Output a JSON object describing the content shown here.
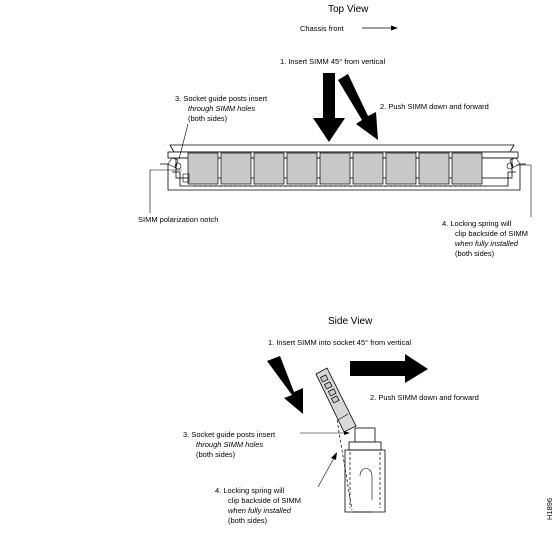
{
  "top_view": {
    "title": "Top View",
    "chassis_front": "Chassis front",
    "step1": "1. Insert SIMM 45° from vertical",
    "step2": "2. Push SIMM down and  forward",
    "step3_line1": "3. Socket guide posts insert",
    "step3_line2": "through SIMM holes",
    "step3_line3": "(both sides)",
    "notch": "SIMM polarization notch",
    "step4_line1": "4. Locking spring will",
    "step4_line2": "clip backside of SIMM",
    "step4_line3": "when fully installed",
    "step4_line4": "(both sides)"
  },
  "side_view": {
    "title": "Side View",
    "step1": "1. Insert SIMM into socket 45° from vertical",
    "step2": "2. Push SIMM down and  forward",
    "step3_line1": "3. Socket guide posts insert",
    "step3_line2": "through SIMM holes",
    "step3_line3": "(both sides)",
    "step4_line1": "4. Locking spring will",
    "step4_line2": "clip backside of SIMM",
    "step4_line3": "when fully installed",
    "step4_line4": "(both sides)"
  },
  "figure_id": "H1896"
}
